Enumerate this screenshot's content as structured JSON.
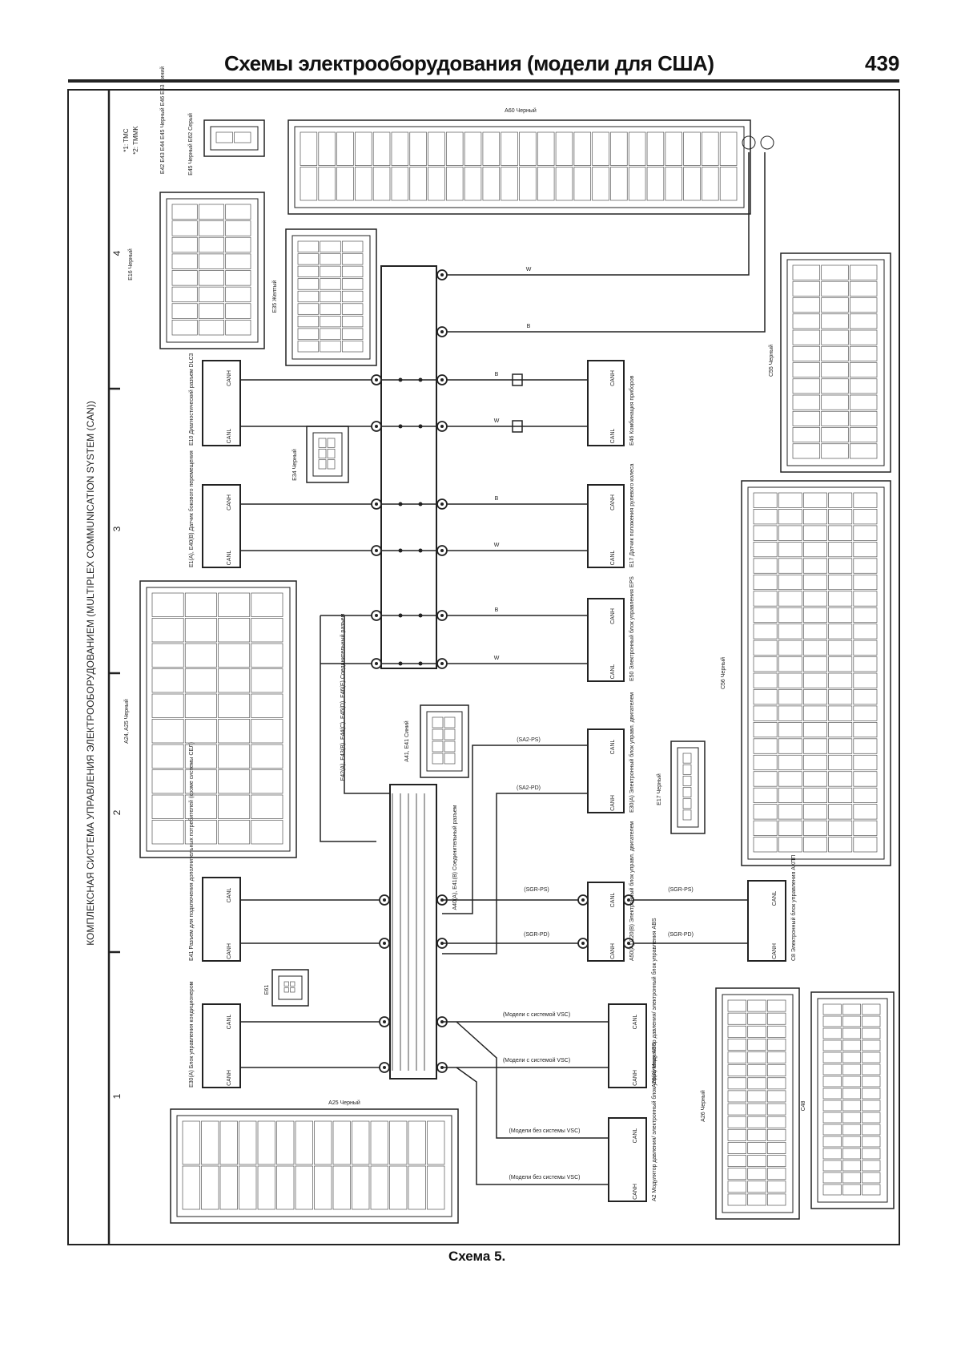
{
  "header": {
    "title": "Схемы электрооборудования (модели для США)",
    "page_number": "439"
  },
  "caption": "Схема 5.",
  "side_title": "КОМПЛЕКСНАЯ СИСТЕМА УПРАВЛЕНИЯ ЭЛЕКТРООБОРУДОВАНИЕМ (MULTIPLEX COMMUNICATION SYSTEM (CAN))",
  "zones": [
    "4",
    "3",
    "2",
    "1"
  ],
  "notes": [
    "*1: TMC",
    "*2: TMMK"
  ],
  "components": [
    {
      "id": "dlc3",
      "label": "E10 Диагностический разъем DLC3",
      "pins": [
        "CANH",
        "CANL"
      ]
    },
    {
      "id": "yaw",
      "label": "E1(A), E40(B) Датчик бокового перемещения",
      "pins": [
        "CANH",
        "CANL"
      ]
    },
    {
      "id": "meter",
      "label": "E46 Комбинация приборов",
      "pins": [
        "CANH",
        "CANL"
      ]
    },
    {
      "id": "steer",
      "label": "E17 Датчик положения рулевого колеса",
      "pins": [
        "CANH",
        "CANL"
      ]
    },
    {
      "id": "eps",
      "label": "E50 Электронный блок управления EPS",
      "pins": [
        "CANH",
        "CANL"
      ]
    },
    {
      "id": "ecm1",
      "label": "E30(A) Электронный блок управл. двигателем",
      "pins": [
        "CANL",
        "CANH"
      ]
    },
    {
      "id": "ecm2",
      "label": "A50(A) C20(B) Электронный блок управл. двигателем",
      "pins": [
        "CANL",
        "CANH"
      ]
    },
    {
      "id": "tcm",
      "label": "C8 Электронный блок управления АКПП",
      "pins": [
        "CANL",
        "CANH"
      ]
    },
    {
      "id": "aux",
      "label": "E41 Разъем для подключения дополнительных потребителей (кроме системы СЕЛ)",
      "pins": [
        "CANL",
        "CANH"
      ]
    },
    {
      "id": "ac",
      "label": "E30(A) Блок управления кондиционером",
      "pins": [
        "CANL",
        "CANH"
      ]
    },
    {
      "id": "abs_vsc",
      "label": "A26(A) Модулятор давления/ электронный блок управления ABS",
      "pins": [
        "CANL",
        "CANH"
      ]
    },
    {
      "id": "abs",
      "label": "A2 Модулятор давления/ электронный блок управления ABS",
      "pins": [
        "CANL",
        "CANH"
      ]
    }
  ],
  "junctions": [
    {
      "label": "E42(A), E43(B), E44(C), E45(D), E46(E) Соединительный разъем"
    },
    {
      "label": "A40(A), E41(B) Соединительный разъем"
    }
  ],
  "connectors": [
    {
      "id": "A60",
      "label": "A60 Черный"
    },
    {
      "id": "E16",
      "label": "E16 Черный"
    },
    {
      "id": "E35",
      "label": "E35 Желтый"
    },
    {
      "id": "C55",
      "label": "C55 Черный"
    },
    {
      "id": "C56",
      "label": "C56 Черный"
    },
    {
      "id": "A24",
      "label": "A24, A25 Черный"
    },
    {
      "id": "A25",
      "label": "A25 Черный"
    },
    {
      "id": "E34",
      "label": "E34 Черный"
    },
    {
      "id": "A41",
      "label": "A41, E41 Синий"
    },
    {
      "id": "E17",
      "label": "E17 Черный"
    },
    {
      "id": "E61",
      "label": "E61"
    },
    {
      "id": "A26",
      "label": "A26 Черный"
    },
    {
      "id": "C48",
      "label": "C48"
    },
    {
      "id": "E45",
      "label": "E45 Черный E62 Серый"
    },
    {
      "id": "E42",
      "label": "E42 E43 E44 E45 Черный E46 E63 Синий"
    }
  ],
  "wire_labels": {
    "colors": [
      "B",
      "W"
    ],
    "ecm_sa2_ps": "(SA2-PS)",
    "ecm_sa2_pd": "(SA2-PD)",
    "sgr_ps": "(SGR-PS)",
    "sgr_pd": "(SGR-PD)",
    "with_vsc": "(Модели с системой VSC)",
    "without_vsc": "(Модели без системы VSC)"
  },
  "colors": {
    "ink": "#222222",
    "paper": "#ffffff"
  }
}
